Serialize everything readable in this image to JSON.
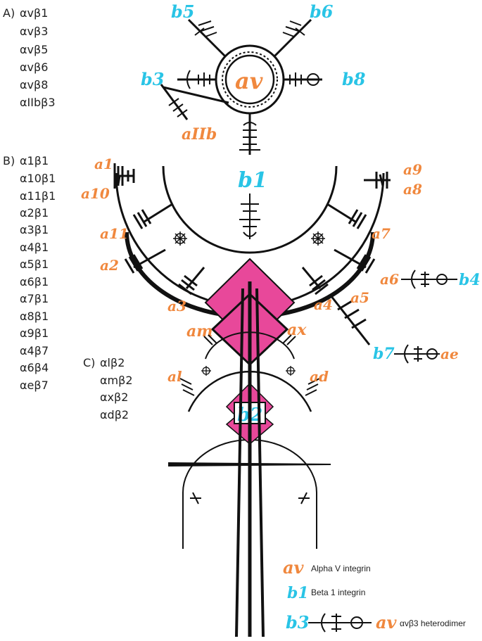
{
  "lists": {
    "A": {
      "header": "A)",
      "items": [
        "αvβ1",
        "αvβ3",
        "αvβ5",
        "αvβ6",
        "αvβ8",
        "αIIbβ3"
      ]
    },
    "B": {
      "header": "B)",
      "items": [
        "α1β1",
        "α10β1",
        "α11β1",
        "α2β1",
        "α3β1",
        "α4β1",
        "α5β1",
        "α6β1",
        "α7β1",
        "α8β1",
        "α9β1",
        "α4β7",
        "α6β4",
        "αeβ7"
      ]
    },
    "C": {
      "header": "C)",
      "items": [
        "αlβ2",
        "αmβ2",
        "αxβ2",
        "αdβ2"
      ]
    }
  },
  "diagram_labels": {
    "av_center": "av",
    "b5": "b5",
    "b6": "b6",
    "b3": "b3",
    "b8": "b8",
    "aIIb": "aIIb",
    "b1": "b1",
    "a1": "a1",
    "a10": "a10",
    "a9": "a9",
    "a8": "a8",
    "a11": "a11",
    "a7": "a7",
    "a2": "a2",
    "a6": "a6",
    "b4": "b4",
    "a3": "a3",
    "a4": "a4",
    "a5": "a5",
    "am": "am",
    "ax": "ax",
    "b7": "b7",
    "ae": "ae",
    "al": "al",
    "ad": "ad",
    "b2": "b2"
  },
  "legend": {
    "row1": {
      "glyph": "av",
      "text": "Alpha V integrin"
    },
    "row2": {
      "glyph": "b1",
      "text": "Beta 1 integrin"
    },
    "row3": {
      "glyph_b": "b3",
      "glyph_a": "av",
      "text": "αvβ3 heterodimer"
    }
  },
  "colors": {
    "orange": "#f0883e",
    "cyan": "#29c4e6",
    "magenta": "#e8489a",
    "ink": "#111111"
  }
}
